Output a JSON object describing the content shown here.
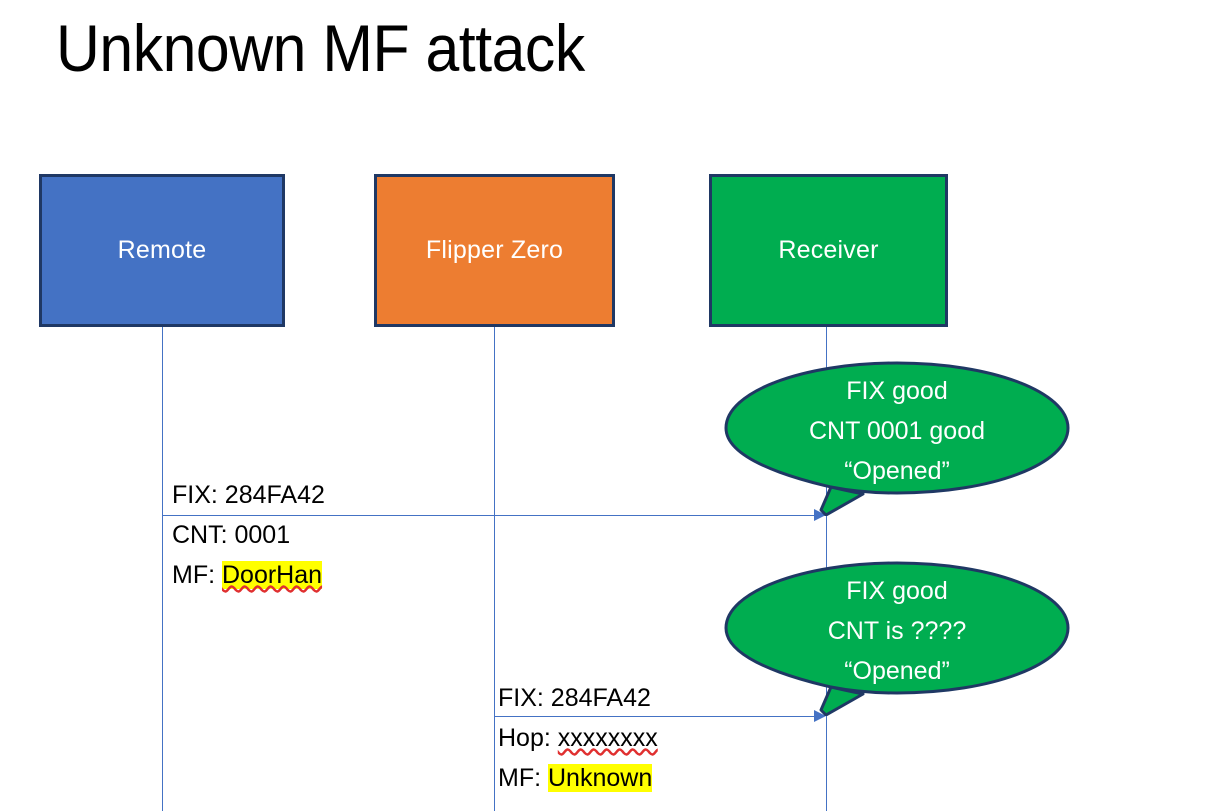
{
  "slide": {
    "title": "Unknown MF attack"
  },
  "colors": {
    "remote": "#4472C4",
    "flipper": "#ED7D31",
    "receiver": "#00AD50",
    "box_border": "#1F3864",
    "lifeline": "#4472C4",
    "arrow": "#4472C4",
    "highlight": "#FFFF00",
    "bubble_fill": "#00AD50",
    "bubble_border": "#1F3864",
    "text": "#000000",
    "box_label": "#FFFFFF"
  },
  "actors": [
    {
      "id": "remote",
      "label": "Remote"
    },
    {
      "id": "flipper",
      "label": "Flipper Zero"
    },
    {
      "id": "receiver",
      "label": "Receiver"
    }
  ],
  "messages": [
    {
      "id": "msg1",
      "from": "remote",
      "to": "receiver",
      "lines": [
        {
          "label": "FIX: ",
          "value": "284FA42",
          "highlighted": false,
          "spellerror": false
        },
        {
          "label": "CNT: ",
          "value": "0001",
          "highlighted": false,
          "spellerror": false
        },
        {
          "label": "MF: ",
          "value": "DoorHan",
          "highlighted": true,
          "spellerror": true
        }
      ]
    },
    {
      "id": "msg2",
      "from": "flipper",
      "to": "receiver",
      "lines": [
        {
          "label": "FIX: ",
          "value": "284FA42",
          "highlighted": false,
          "spellerror": false
        },
        {
          "label": "Hop: ",
          "value": "xxxxxxxx",
          "highlighted": false,
          "spellerror": true
        },
        {
          "label": "MF: ",
          "value": "Unknown",
          "highlighted": true,
          "spellerror": false
        }
      ]
    }
  ],
  "bubbles": [
    {
      "id": "bubble1",
      "owner": "receiver",
      "lines": [
        "FIX good",
        "CNT 0001 good",
        "“Opened”"
      ]
    },
    {
      "id": "bubble2",
      "owner": "receiver",
      "lines": [
        "FIX good",
        "CNT is ????",
        "“Opened”"
      ]
    }
  ]
}
